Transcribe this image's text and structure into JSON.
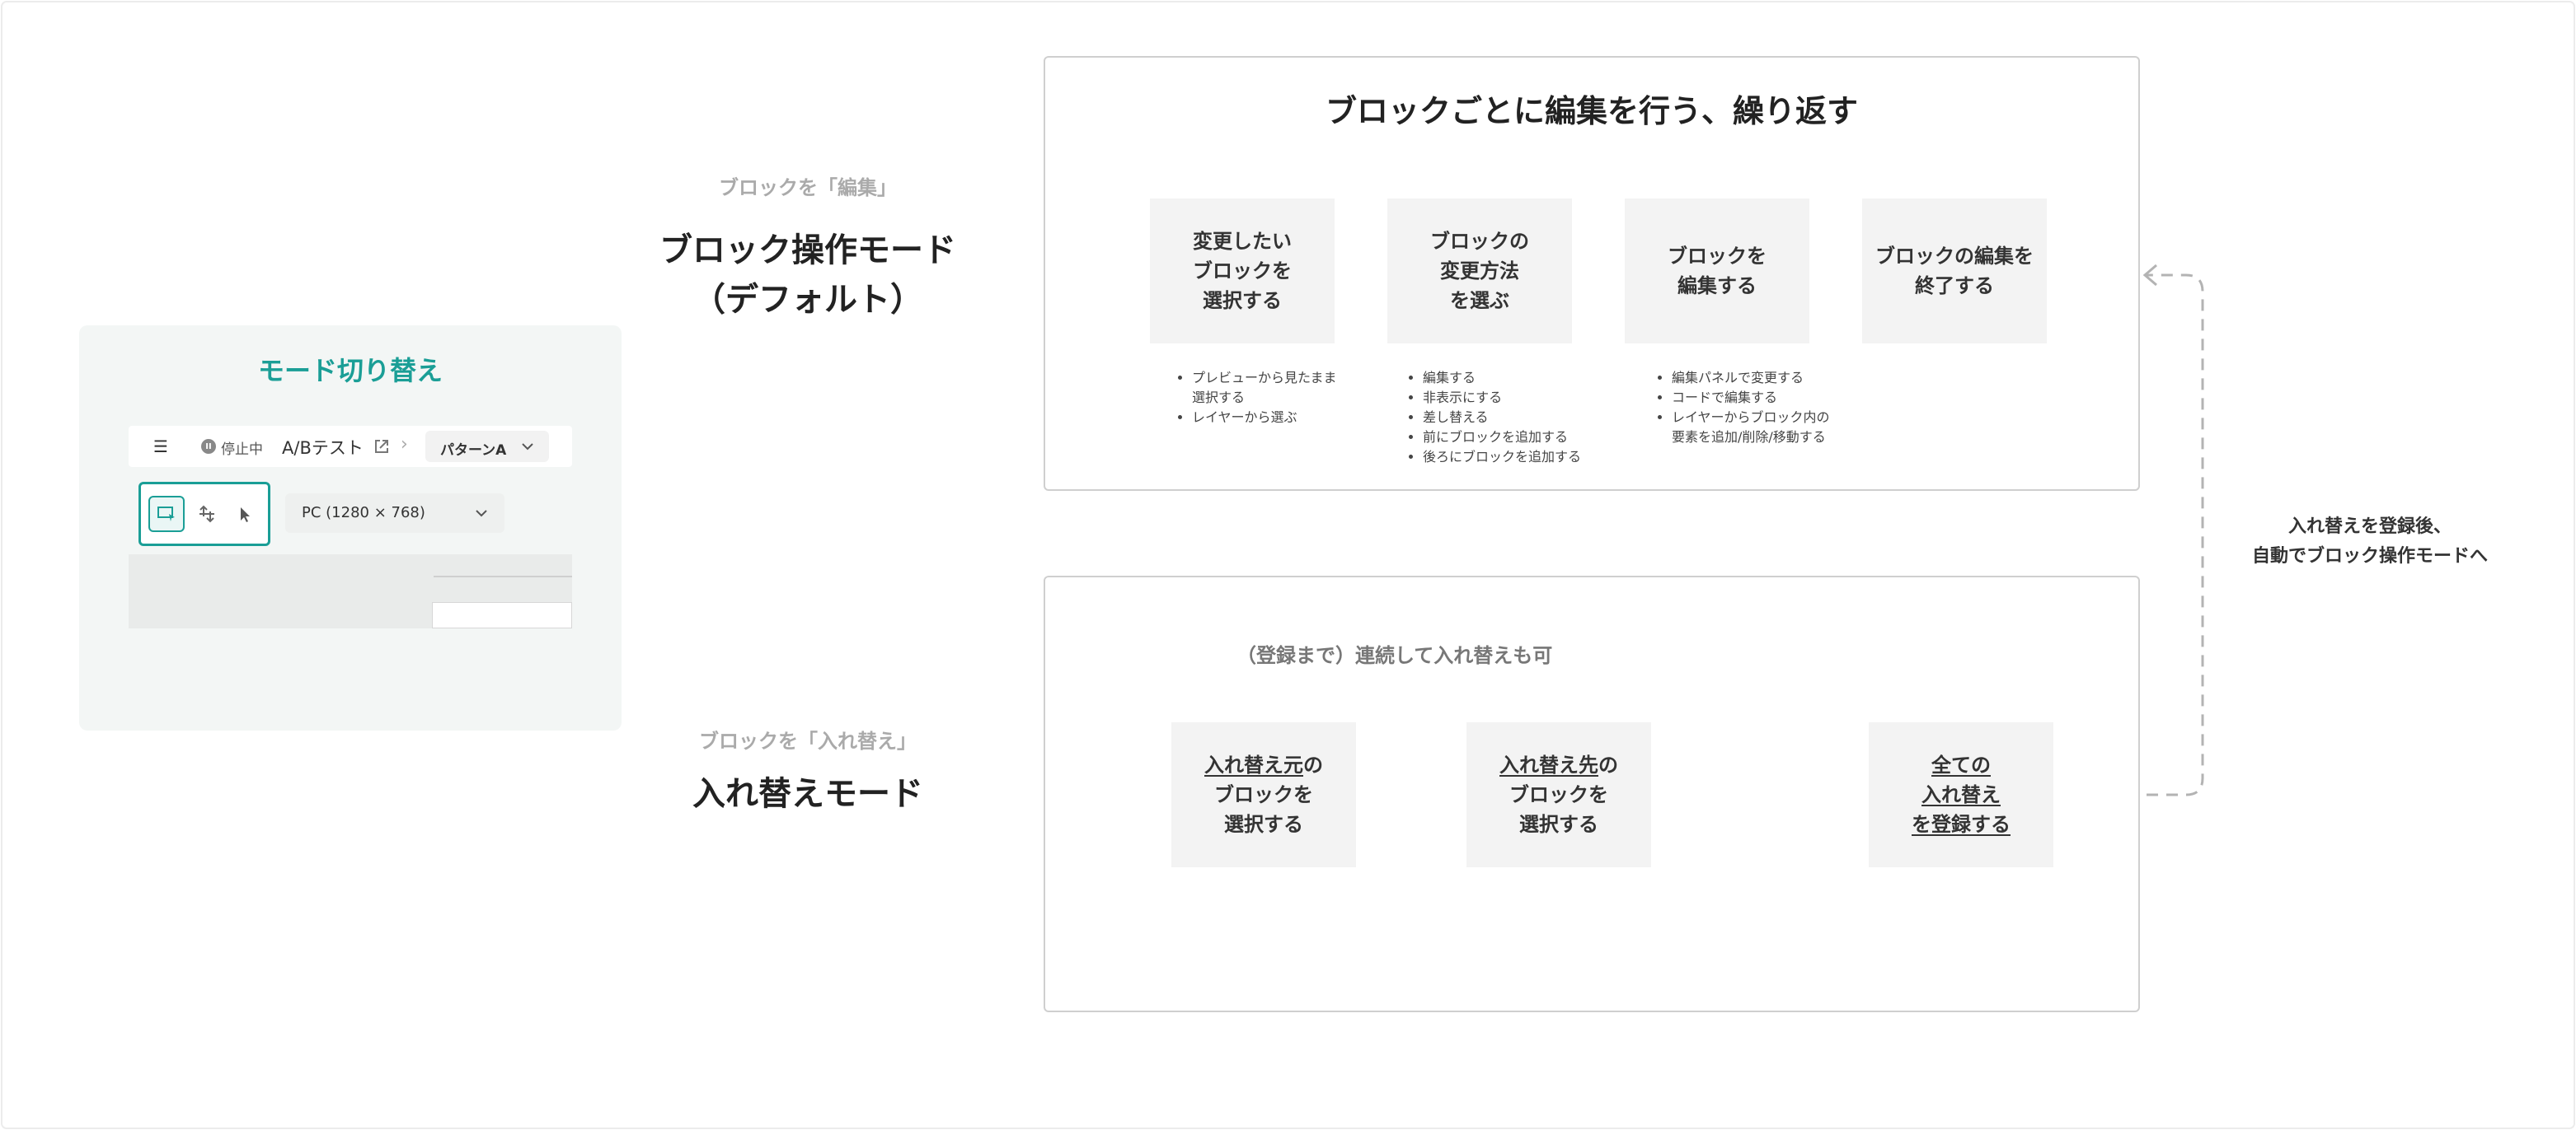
{
  "mode_switch": {
    "title": "モード切り替え",
    "status": "停止中",
    "test_name": "A/Bテスト",
    "pattern": "パターンA",
    "device": "PC (1280 × 768)"
  },
  "block_mode": {
    "caption": "ブロックを「編集」",
    "title_line1": "ブロック操作モード",
    "title_line2": "（デフォルト）",
    "panel_title": "ブロックごとに編集を行う、繰り返す",
    "steps": [
      {
        "lines": [
          "変更したい",
          "ブロックを",
          "選択する"
        ],
        "notes": [
          "プレビューから見たまま",
          "選択する",
          "レイヤーから選ぶ"
        ]
      },
      {
        "lines": [
          "ブロックの",
          "変更方法",
          "を選ぶ"
        ],
        "notes": [
          "編集する",
          "非表示にする",
          "差し替える",
          "前にブロックを追加する",
          "後ろにブロックを追加する"
        ]
      },
      {
        "lines": [
          "ブロックを",
          "編集する"
        ],
        "notes": [
          "編集パネルで変更する",
          "コードで編集する",
          "レイヤーからブロック内の",
          "要素を追加/削除/移動する"
        ]
      },
      {
        "lines": [
          "ブロックの編集を",
          "終了する"
        ]
      }
    ]
  },
  "swap_mode": {
    "caption": "ブロックを「入れ替え」",
    "title": "入れ替えモード",
    "loop_note": "（登録まで）連続して入れ替えも可",
    "step1": {
      "u": "入れ替え元",
      "rest": "の",
      "line2": "ブロックを",
      "line3": "選択する"
    },
    "step2": {
      "u": "入れ替え先",
      "rest": "の",
      "line2": "ブロックを",
      "line3": "選択する"
    },
    "step3": {
      "line1": "全ての",
      "line2": "入れ替え",
      "line3": "を登録する"
    }
  },
  "return_note": {
    "line1": "入れ替えを登録後、",
    "line2": "自動でブロック操作モードへ"
  },
  "colors": {
    "teal": "#1a9e96",
    "arrow": "#b3b3b3",
    "step_bg": "#f3f3f3"
  }
}
